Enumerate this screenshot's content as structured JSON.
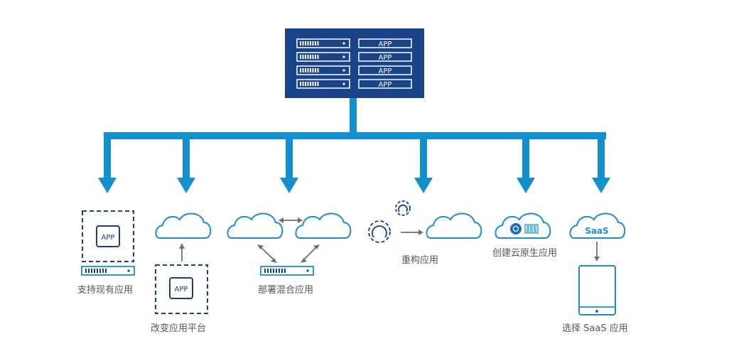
{
  "colors": {
    "navy": "#173f86",
    "server_panel": "#1a4489",
    "branch_blue": "#1190cd",
    "cloud_blue": "#1a8fd0",
    "arrow_gray": "#6f6f6f",
    "label_gray": "#555555"
  },
  "top_server": {
    "rows": [
      {
        "server": "server-rack",
        "app_label": "APP"
      },
      {
        "server": "server-rack",
        "app_label": "APP"
      },
      {
        "server": "server-rack",
        "app_label": "APP"
      },
      {
        "server": "server-rack",
        "app_label": "APP"
      }
    ]
  },
  "branches": [
    {
      "id": "support-existing",
      "label": "支持现有应用",
      "app_label": "APP"
    },
    {
      "id": "replatform",
      "label": "改变应用平台",
      "app_label": "APP"
    },
    {
      "id": "hybrid",
      "label": "部署混合应用"
    },
    {
      "id": "refactor",
      "label": "重构应用"
    },
    {
      "id": "cloud-native",
      "label": "创建云原生应用"
    },
    {
      "id": "saas",
      "label": "选择 SaaS 应用",
      "cloud_text": "SaaS"
    }
  ]
}
